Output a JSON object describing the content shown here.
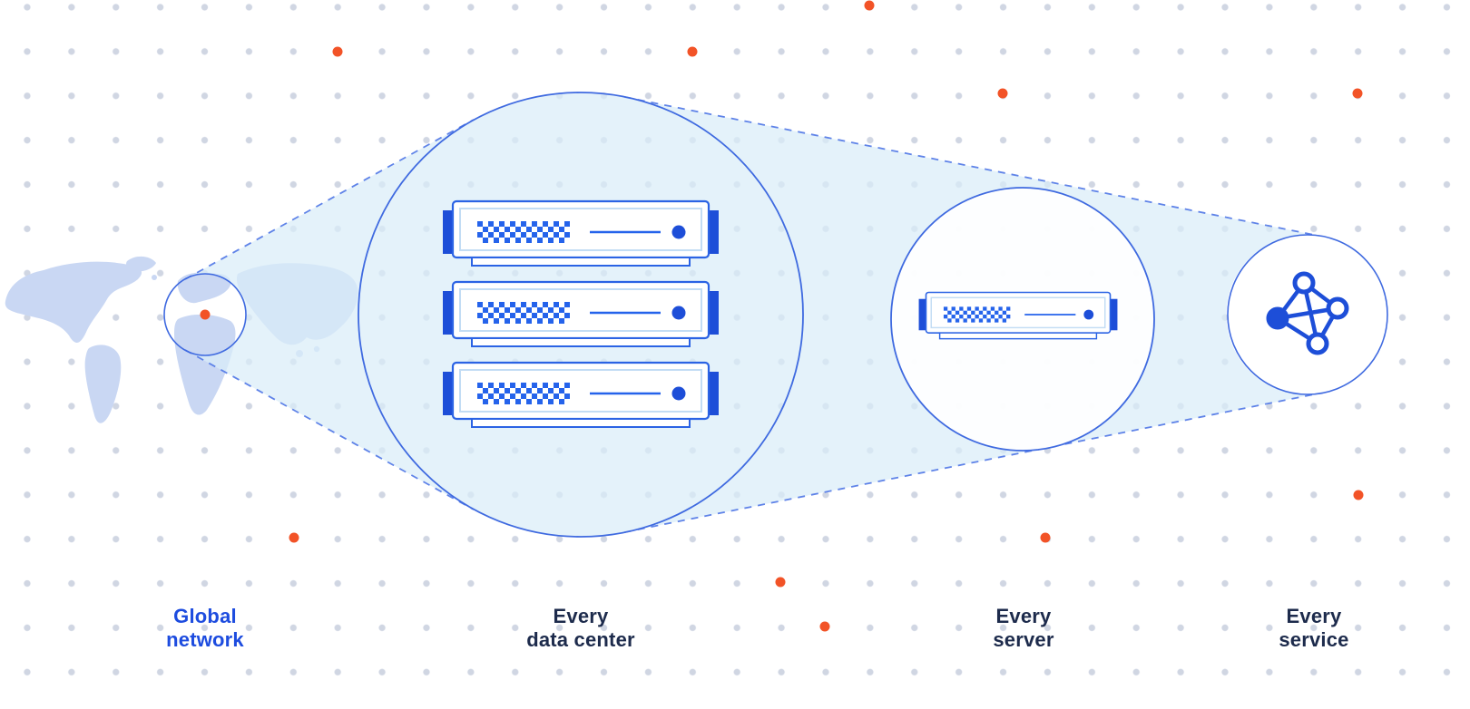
{
  "colors": {
    "primary_blue": "#1d4ed8",
    "pixel_blue": "#2563eb",
    "circle_stroke_blue": "#3f6ae0",
    "dashed_line_blue": "#5f83e8",
    "cone_fill_cyan": "#d9edf8",
    "map_fill_blue": "#c9d7f3",
    "accent_orange": "#f25327",
    "grid_dot_gray": "#c4cbdb",
    "label_navy": "#1d2b4c",
    "label_blue": "#1d4cdf"
  },
  "stages": [
    {
      "id": "global-network",
      "icon": "world-map-icon",
      "label_line1": "Global",
      "label_line2": "network"
    },
    {
      "id": "every-data-center",
      "icon": "server-stack-icon",
      "label_line1": "Every",
      "label_line2": "data center"
    },
    {
      "id": "every-server",
      "icon": "server-icon",
      "label_line1": "Every",
      "label_line2": "server"
    },
    {
      "id": "every-service",
      "icon": "network-mesh-icon",
      "label_line1": "Every",
      "label_line2": "service"
    }
  ]
}
